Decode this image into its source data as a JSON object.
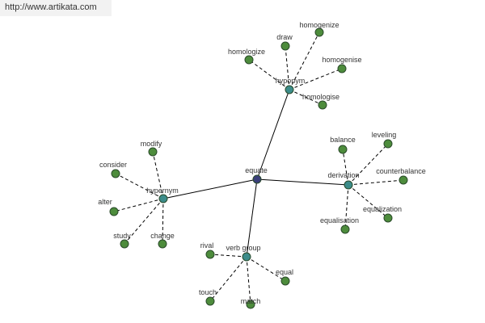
{
  "source_url": "http://www.artikata.com",
  "colors": {
    "center_fill": "#3a3f7a",
    "group_fill": "#3c8c8a",
    "leaf_fill": "#4d8c3c",
    "node_stroke": "#2a4a2a",
    "edge": "#000000"
  },
  "center": {
    "id": "equate",
    "label": "equate"
  },
  "groups": [
    {
      "id": "hyponym",
      "label": "hyponym",
      "leaves": [
        {
          "id": "draw",
          "label": "draw"
        },
        {
          "id": "homogenize",
          "label": "homogenize"
        },
        {
          "id": "homologize",
          "label": "homologize"
        },
        {
          "id": "homogenise",
          "label": "homogenise"
        },
        {
          "id": "homologise",
          "label": "homologise"
        }
      ]
    },
    {
      "id": "derivation",
      "label": "derivation",
      "leaves": [
        {
          "id": "balance",
          "label": "balance"
        },
        {
          "id": "leveling",
          "label": "leveling"
        },
        {
          "id": "counterbalance",
          "label": "counterbalance"
        },
        {
          "id": "equalization",
          "label": "equalization"
        },
        {
          "id": "equalisation",
          "label": "equalisation"
        }
      ]
    },
    {
      "id": "hypernym",
      "label": "hypernym",
      "leaves": [
        {
          "id": "modify",
          "label": "modify"
        },
        {
          "id": "consider",
          "label": "consider"
        },
        {
          "id": "alter",
          "label": "alter"
        },
        {
          "id": "study",
          "label": "study"
        },
        {
          "id": "change",
          "label": "change"
        }
      ]
    },
    {
      "id": "verb-group",
      "label": "verb group",
      "leaves": [
        {
          "id": "rival",
          "label": "rival"
        },
        {
          "id": "equal",
          "label": "equal"
        },
        {
          "id": "touch",
          "label": "touch"
        },
        {
          "id": "match",
          "label": "match"
        }
      ]
    }
  ]
}
